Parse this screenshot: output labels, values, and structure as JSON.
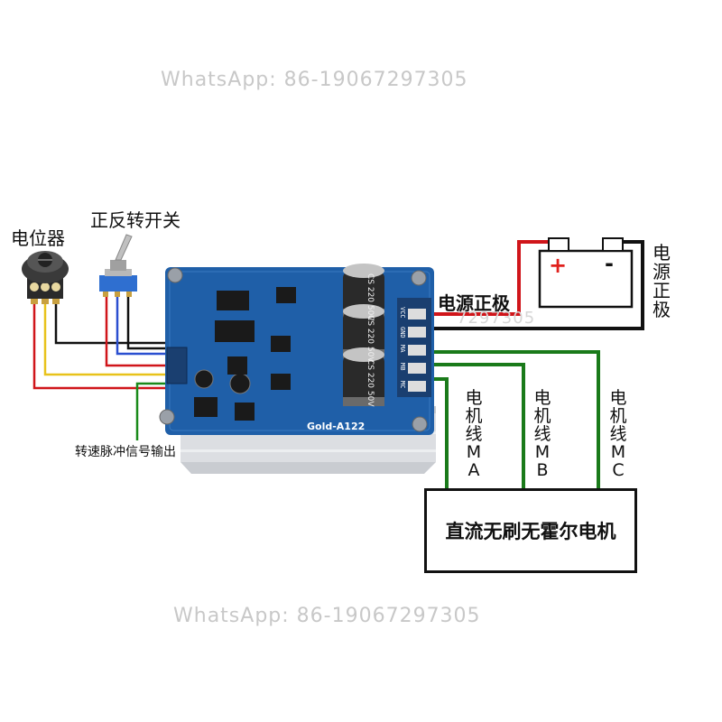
{
  "watermark": {
    "top": "WhatsApp: 86-19067297305",
    "bottom": "WhatsApp: 86-19067297305",
    "board_overlay": "7297305"
  },
  "labels": {
    "potentiometer": "电位器",
    "direction_switch": "正反转开关",
    "power_positive": "电源正极",
    "power_negative": "电源正极",
    "speed_pulse_output": "转速脉冲信号输出",
    "motor_line_a": "电机线MA",
    "motor_line_b": "电机线MB",
    "motor_line_c": "电机线MC",
    "motor": "直流无刷无霍尔电机"
  },
  "battery": {
    "positive_sign": "+",
    "negative_sign": "-"
  },
  "board": {
    "model": "Gold-A122",
    "capacitors": [
      "CS 220 50V",
      "CS 220 50V",
      "CS 220 50V"
    ],
    "terminal_pins": [
      "VCC",
      "GND",
      "MA",
      "MB",
      "MC"
    ]
  },
  "colors": {
    "board_blue": "#1f5fa8",
    "heatsink": "#d8dade",
    "wire_red": "#d0151a",
    "wire_black": "#111111",
    "wire_yellow": "#e8c21a",
    "wire_blue": "#2a4fd0",
    "wire_green": "#1a8a1a",
    "battery_plus": "#e0201c"
  }
}
